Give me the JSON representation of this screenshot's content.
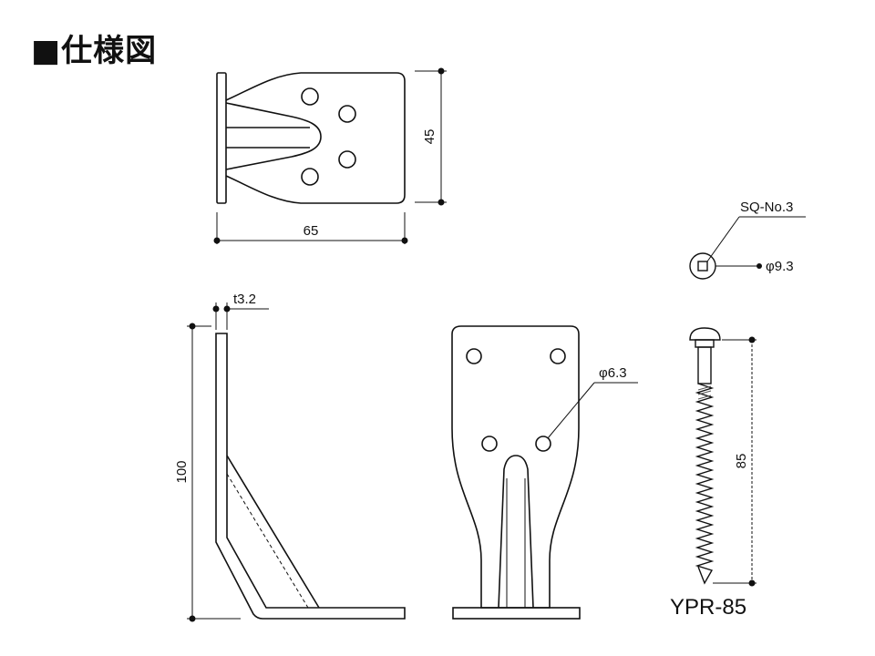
{
  "title": "■仕様図",
  "dimensions": {
    "top_width": "65",
    "top_height": "45",
    "thickness": "t3.2",
    "side_height": "100",
    "hole_diameter": "φ6.3",
    "screw_length": "85",
    "screw_head_diameter": "φ9.3",
    "screw_drive": "SQ-No.3"
  },
  "product": {
    "model": "YPR-85"
  },
  "colors": {
    "line": "#111111",
    "thread_hatch": "#555555"
  }
}
